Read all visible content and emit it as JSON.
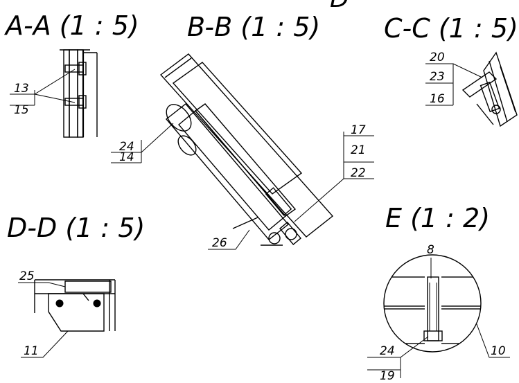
{
  "views": {
    "a": {
      "title": "A-A (1 : 5)",
      "labels": [
        "13",
        "15"
      ]
    },
    "b": {
      "title": "B-B (1 : 5)",
      "labels": [
        "24",
        "14",
        "26",
        "17",
        "21",
        "22"
      ]
    },
    "c": {
      "title": "C-C (1 : 5)",
      "labels": [
        "20",
        "23",
        "16"
      ]
    },
    "d": {
      "title": "D-D (1 : 5)",
      "labels": [
        "25",
        "11"
      ]
    },
    "e": {
      "title": "E (1 : 2)",
      "labels": [
        "8",
        "24",
        "19",
        "10"
      ]
    },
    "top_fragment": "D"
  }
}
